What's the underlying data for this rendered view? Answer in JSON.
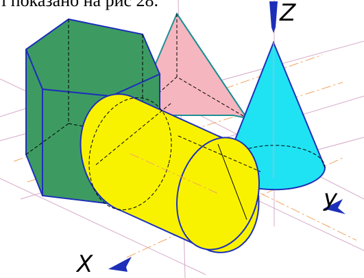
{
  "caption": "і показано на рис 28.",
  "axes": {
    "x": "X",
    "y": "y",
    "z": "Z"
  },
  "colors": {
    "prism": "#3d9b62",
    "pyramid": "#f6b6bf",
    "cone": "#1fe3f3",
    "cylinder": "#f8f200",
    "outline": "#1d2fb8",
    "pyramid_outline": "#1d8f95",
    "axis_arrow": "#1d2fb8",
    "grid_pink": "#d6a8c8",
    "grid_orange": "#f0a460"
  }
}
